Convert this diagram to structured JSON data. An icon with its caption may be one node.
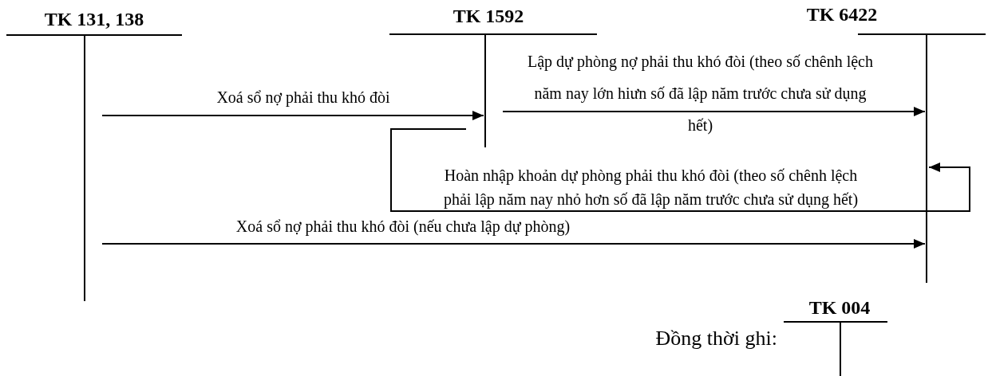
{
  "diagram": {
    "nodes": [
      {
        "text": [
          "TK 131, 138"
        ]
      },
      {
        "text": [
          "TK 1592"
        ]
      },
      {
        "text": [
          "TK 6422"
        ]
      },
      {
        "text": [
          "TK 004"
        ],
        "beside": [
          "Đồng thời ghi:"
        ]
      }
    ],
    "edges": [
      {
        "from": 0,
        "to": 1,
        "arrow": "to",
        "label": "Xoá sổ nợ phải thu khó đòi"
      },
      {
        "from": 1,
        "to": 2,
        "arrow": "to",
        "label": "Lập dự phòng nợ phải thu khó đòi (theo số chênh lệch năm nay lớn hiưn số đã lập năm trước chưa sử dụng hết)"
      },
      {
        "from": 1,
        "to": 2,
        "arrow": "to",
        "label": "Hoàn nhập khoản dự phòng phải thu khó đòi (theo số chênh lệch phải lập năm nay nhỏ hơn số đã lập năm trước chưa sử dụng hết)"
      },
      {
        "from": 0,
        "to": 2,
        "arrow": "to",
        "label": "Xoá sổ nợ phải thu khó đòi (nếu chưa lập dự phòng)"
      }
    ],
    "labels": []
  }
}
